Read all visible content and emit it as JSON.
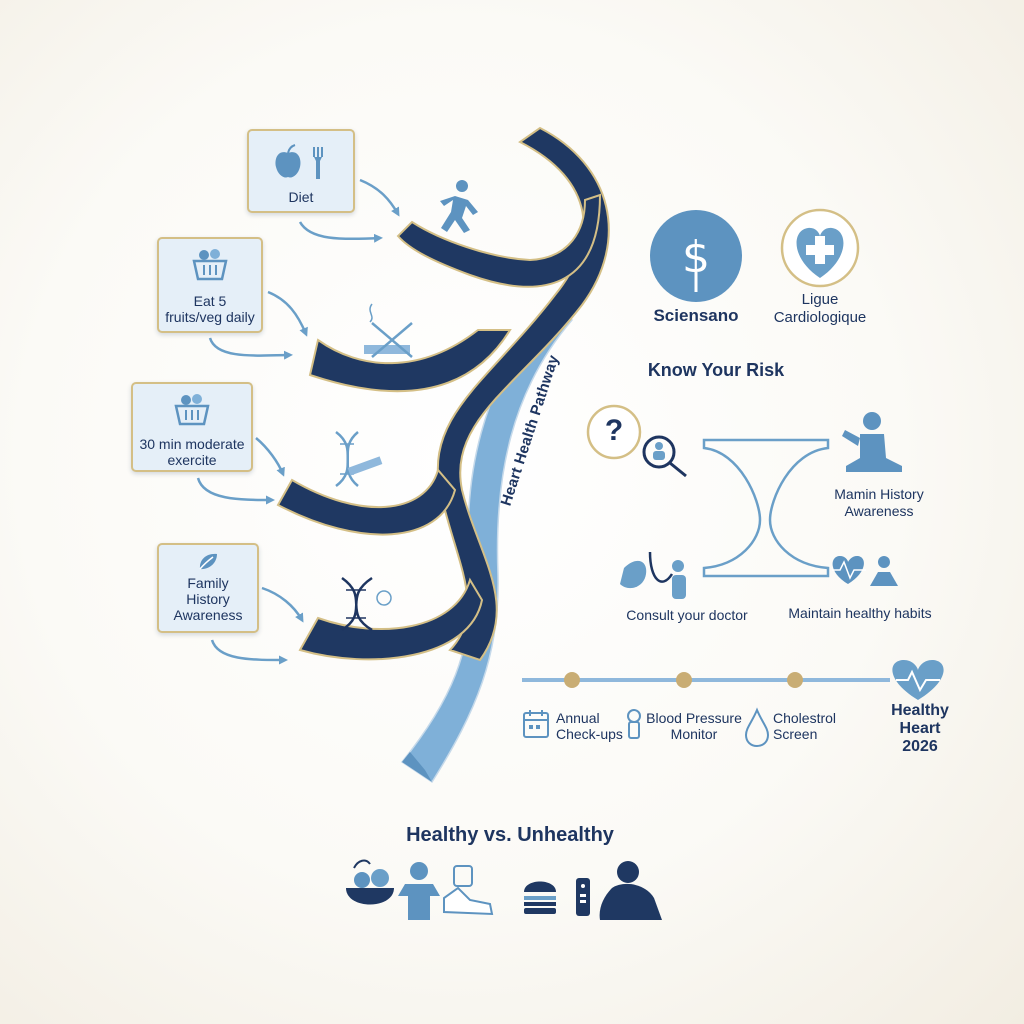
{
  "pathway": {
    "title": "Heart Health Pathway",
    "cards": [
      {
        "label": "Diet",
        "icon": "apple-fork-icon"
      },
      {
        "label": "Eat 5 fruits/veg daily",
        "icon": "basket-icon"
      },
      {
        "label": "30 min moderate exercite",
        "icon": "basket-icon"
      },
      {
        "label": "Family History Awareness",
        "icon": "leaf-icon"
      }
    ],
    "branch_icons": [
      "running-person-icon",
      "no-smoking-icon",
      "dna-cigarette-icon",
      "dna-icon"
    ]
  },
  "organizations": [
    {
      "name": "Sciensano",
      "icon": "caduceus-dollar-icon"
    },
    {
      "name": "Ligue Cardiologique",
      "icon": "heart-cross-icon"
    }
  ],
  "risk": {
    "title": "Know Your Risk",
    "items": [
      {
        "label": "Mamin History Awareness",
        "icon": "meditating-person-icon"
      },
      {
        "label": "Consult your doctor",
        "icon": "stethoscope-icon"
      },
      {
        "label": "Maintain healthy habits",
        "icon": "heart-person-icon"
      }
    ],
    "question_mark": "?"
  },
  "timeline": {
    "items": [
      {
        "label": "Annual Check-ups",
        "icon": "calendar-icon"
      },
      {
        "label": "Blood Pressure Monitor",
        "icon": "monitor-bulb-icon"
      },
      {
        "label": "Cholestrol Screen",
        "icon": "drop-icon"
      }
    ],
    "end_label": "Healthy Heart 2026",
    "end_icon": "heartbeat-icon"
  },
  "comparison": {
    "title": "Healthy vs. Unhealthy",
    "icons": [
      "food-bowl-icon",
      "standing-person-icon",
      "sneaker-icon",
      "burger-icon",
      "remote-icon",
      "sitting-person-icon"
    ]
  },
  "colors": {
    "navy": "#1e3560",
    "light_blue": "#6a9fc8",
    "gold": "#d4bf86",
    "card_bg": "#e5eff8"
  }
}
